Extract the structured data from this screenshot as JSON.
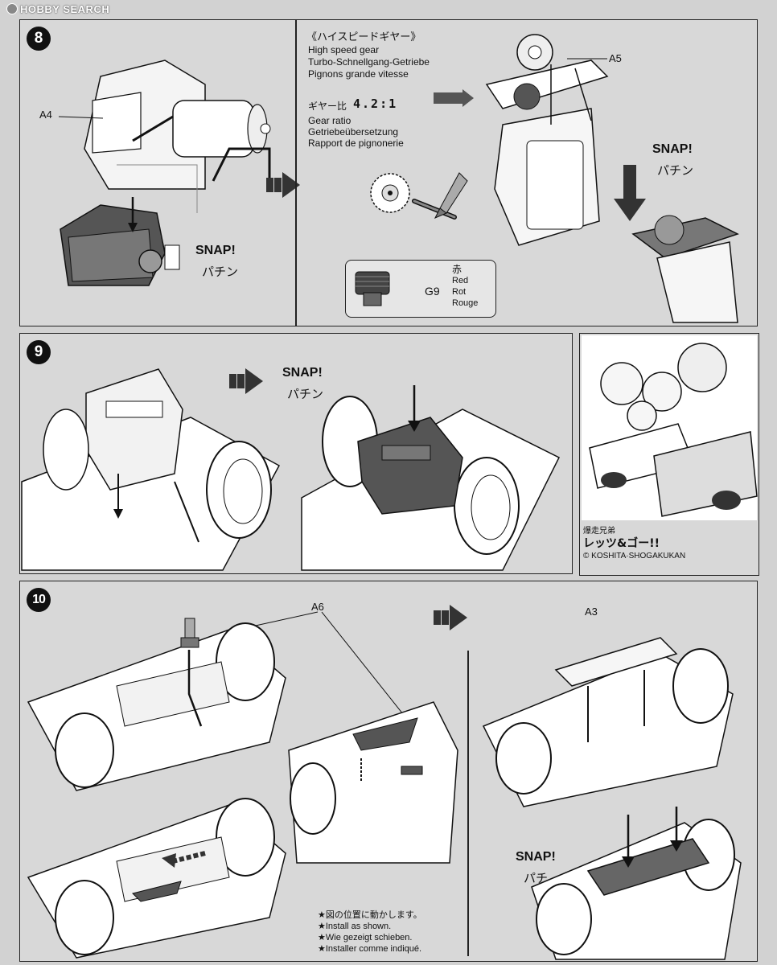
{
  "watermark": "HOBBY SEARCH",
  "steps": [
    {
      "number": "8"
    },
    {
      "number": "9"
    },
    {
      "number": "10"
    }
  ],
  "step8": {
    "part_a4": "A4",
    "part_a5": "A5",
    "snap_left": "SNAP!",
    "snap_left_kana": "パチン",
    "snap_right": "SNAP!",
    "snap_right_kana": "パチン",
    "gear_title_jp": "《ハイスピードギヤー》",
    "gear_title_en": "High speed gear",
    "gear_title_de": "Turbo-Schnellgang-Getriebe",
    "gear_title_fr": "Pignons grande vitesse",
    "ratio_label_jp": "ギヤー比",
    "ratio_value": "4.2:1",
    "ratio_en": "Gear ratio",
    "ratio_de": "Getriebeübersetzung",
    "ratio_fr": "Rapport de pignonerie",
    "legend_part": "G9",
    "legend_color_jp": "赤",
    "legend_color_en": "Red",
    "legend_color_de": "Rot",
    "legend_color_fr": "Rouge"
  },
  "step9": {
    "snap": "SNAP!",
    "snap_kana": "パチン",
    "manga_title_small": "爆走兄弟",
    "manga_title": "レッツ&ゴー!!",
    "copyright": "© KOSHITA·SHOGAKUKAN"
  },
  "step10": {
    "part_a6": "A6",
    "part_a3": "A3",
    "snap": "SNAP!",
    "snap_kana": "パチ",
    "note_jp": "★図の位置に動かします。",
    "note_en": "★Install as shown.",
    "note_de": "★Wie gezeigt schieben.",
    "note_fr": "★Installer comme indiqué."
  }
}
